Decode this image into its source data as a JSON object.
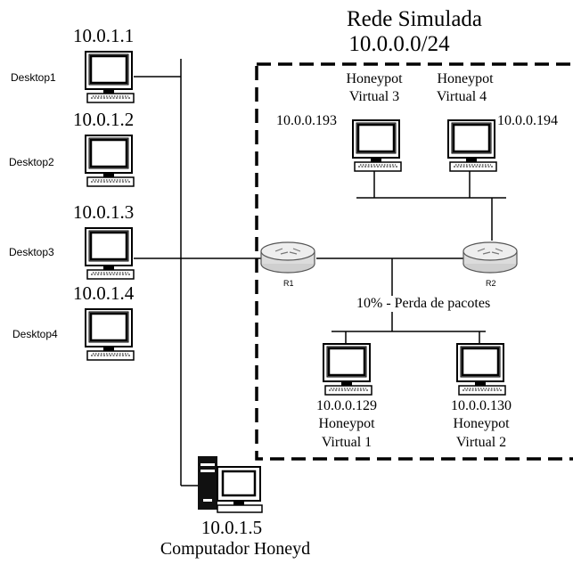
{
  "network": {
    "title": "Rede Simulada",
    "subnet": "10.0.0.0/24"
  },
  "desktops": [
    {
      "name": "Desktop1",
      "ip": "10.0.1.1"
    },
    {
      "name": "Desktop2",
      "ip": "10.0.1.2"
    },
    {
      "name": "Desktop3",
      "ip": "10.0.1.3"
    },
    {
      "name": "Desktop4",
      "ip": "10.0.1.4"
    }
  ],
  "honeyd": {
    "ip": "10.0.1.5",
    "label": "Computador Honeyd"
  },
  "routers": [
    {
      "name": "R1"
    },
    {
      "name": "R2"
    }
  ],
  "link": {
    "loss_label": "10% - Perda de pacotes"
  },
  "honeypots": {
    "v3": {
      "line1": "Honeypot",
      "line2": "Virtual 3",
      "ip": "10.0.0.193"
    },
    "v4": {
      "line1": "Honeypot",
      "line2": "Virtual 4",
      "ip": "10.0.0.194"
    },
    "v1": {
      "line1": "Honeypot",
      "line2": "Virtual 1",
      "ip": "10.0.0.129"
    },
    "v2": {
      "line1": "Honeypot",
      "line2": "Virtual 2",
      "ip": "10.0.0.130"
    }
  }
}
